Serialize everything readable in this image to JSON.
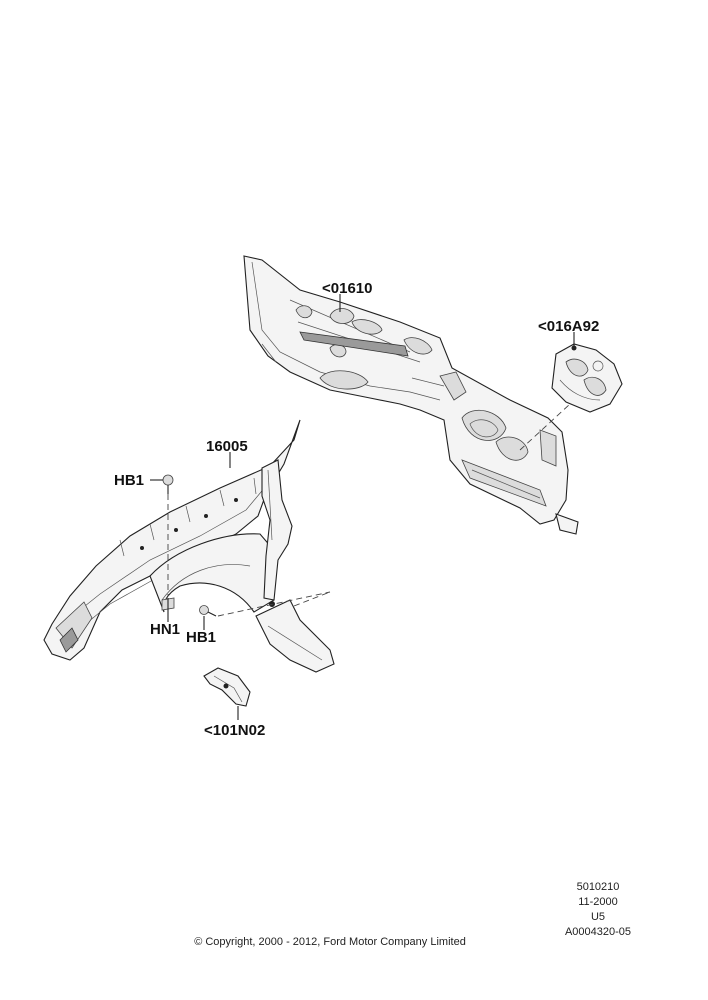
{
  "labels": {
    "dash_panel": "<01610",
    "dash_insulator": "<016A92",
    "fender": "16005",
    "bolt_upper": "HB1",
    "nut": "HN1",
    "bolt_lower": "HB1",
    "bracket": "<101N02"
  },
  "reference": {
    "code": "5010210",
    "date": "11-2000",
    "model": "U5",
    "illustration_id": "A0004320-05"
  },
  "copyright": "© Copyright, 2000 - 2012, Ford Motor Company Limited"
}
